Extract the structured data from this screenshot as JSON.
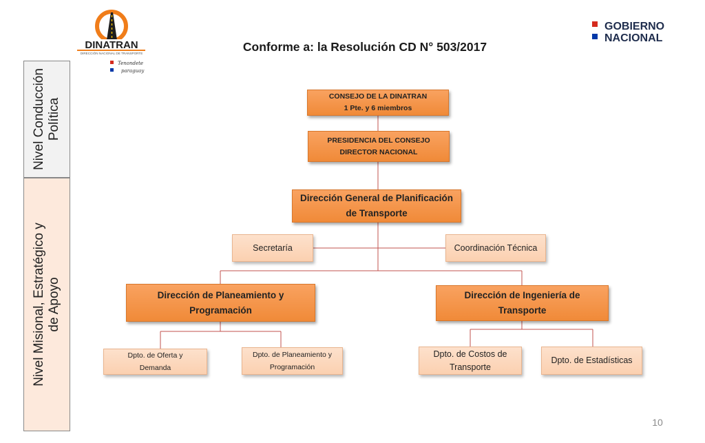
{
  "header": {
    "title": "Conforme a: la Resolución CD N° 503/2017",
    "dinatran_name": "DINATRAN",
    "dinatran_subtitle": "DIRECCIÓN NACIONAL DE TRANSPORTE",
    "slogan_line1": "Tenondete",
    "slogan_line2": "paraguay",
    "gob_line1": "GOBIERNO",
    "gob_line2": "NACIONAL"
  },
  "levels": {
    "top": "Nivel Conducción Política",
    "bottom_line1": "Nivel Misional, Estratégico y",
    "bottom_line2": "de Apoyo",
    "top_line1": "Nivel Conducción",
    "top_line2": "Política"
  },
  "org": {
    "consejo_line1": "CONSEJO DE LA DINATRAN",
    "consejo_line2": "1 Pte. y 6 miembros",
    "presidencia_line1": "PRESIDENCIA DEL CONSEJO",
    "presidencia_line2": "DIRECTOR NACIONAL",
    "dg_line1": "Dirección General de Planificación",
    "dg_line2": "de Transporte",
    "secretaria": "Secretaría",
    "coordinacion": "Coordinación Técnica",
    "dir_planeamiento_line1": "Dirección de Planeamiento y",
    "dir_planeamiento_line2": "Programación",
    "dir_ingenieria_line1": "Dirección de Ingeniería de",
    "dir_ingenieria_line2": "Transporte",
    "dpto_oferta_line1": "Dpto. de Oferta y",
    "dpto_oferta_line2": "Demanda",
    "dpto_planeamiento_line1": "Dpto. de Planeamiento y",
    "dpto_planeamiento_line2": "Programación",
    "dpto_costos_line1": "Dpto. de Costos de",
    "dpto_costos_line2": "Transporte",
    "dpto_estadisticas": "Dpto. de Estadísticas"
  },
  "footer": {
    "page_number": "10"
  },
  "colors": {
    "strong_box": "#f08a38",
    "light_box": "#fbd0b0",
    "connector": "#c0504d",
    "gob_red": "#d52b1e",
    "gob_blue": "#0038a8"
  }
}
